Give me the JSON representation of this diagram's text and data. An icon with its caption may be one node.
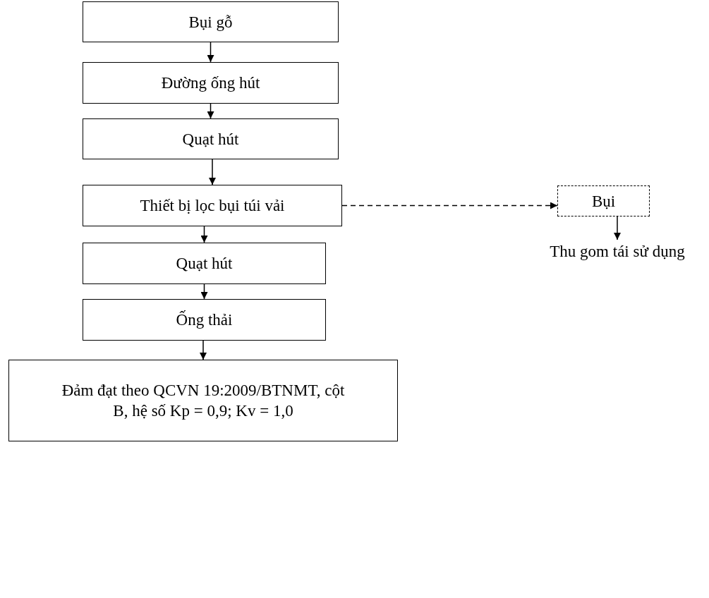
{
  "diagram": {
    "nodes": [
      {
        "text": [
          "Bụi gỗ"
        ]
      },
      {
        "text": [
          "Đường ống hút"
        ]
      },
      {
        "text": [
          "Quạt hút"
        ]
      },
      {
        "text": [
          "Thiết bị lọc bụi túi vải"
        ]
      },
      {
        "text": [
          "Quạt hút"
        ]
      },
      {
        "text": [
          "Ống thải"
        ]
      },
      {
        "text": [
          "Đảm đạt theo QCVN 19:2009/BTNMT, cột B, hệ số Kp = 0,9; Kv = 1,0"
        ]
      },
      {
        "text": [
          "Bụi"
        ]
      },
      {
        "text": [
          "Thu gom tái sử dụng"
        ]
      }
    ],
    "edges": [
      {
        "from": 0,
        "to": 1,
        "arrow": "to"
      },
      {
        "from": 1,
        "to": 2,
        "arrow": "to"
      },
      {
        "from": 2,
        "to": 3,
        "arrow": "to"
      },
      {
        "from": 3,
        "to": 4,
        "arrow": "to"
      },
      {
        "from": 4,
        "to": 5,
        "arrow": "to"
      },
      {
        "from": 5,
        "to": 6,
        "arrow": "to"
      },
      {
        "from": 3,
        "to": 7,
        "arrow": "to",
        "style": "dashed"
      },
      {
        "from": 7,
        "to": 8,
        "arrow": "to"
      }
    ]
  }
}
